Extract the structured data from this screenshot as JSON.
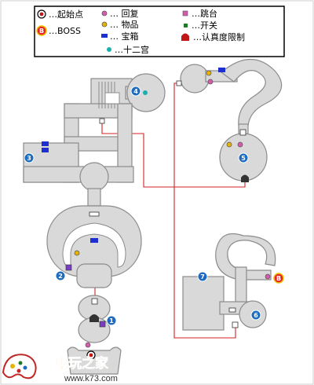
{
  "legend": {
    "start_label": "…起始点",
    "boss_badge": "B",
    "boss_label": "…BOSS",
    "recovery_label": "… 回复",
    "item_label": "… 物品",
    "chest_label": "… 宝箱",
    "zodiac_label": "…十二宫",
    "jump_label": "…跳台",
    "switch_label": "…开关",
    "restriction_label": "…认真度限制"
  },
  "markers": {
    "m1": "1",
    "m2": "2",
    "m3": "3",
    "m4": "4",
    "m5": "5",
    "m6": "6",
    "m7": "7",
    "boss": "B"
  },
  "watermark": {
    "brand": "电玩之家",
    "url": "www.k73.com"
  },
  "colors": {
    "room_fill": "#d9d9d9",
    "room_stroke": "#8c8c8c",
    "connector": "#d32222",
    "marker_blue": "#1e6cc0",
    "chest": "#1d2fd0",
    "recovery": "#d65ab0",
    "item": "#e6b400",
    "zodiac": "#1bb0b0",
    "switch": "#1e7a2a",
    "restriction": "#c01818",
    "boss_fill": "#e62424"
  }
}
